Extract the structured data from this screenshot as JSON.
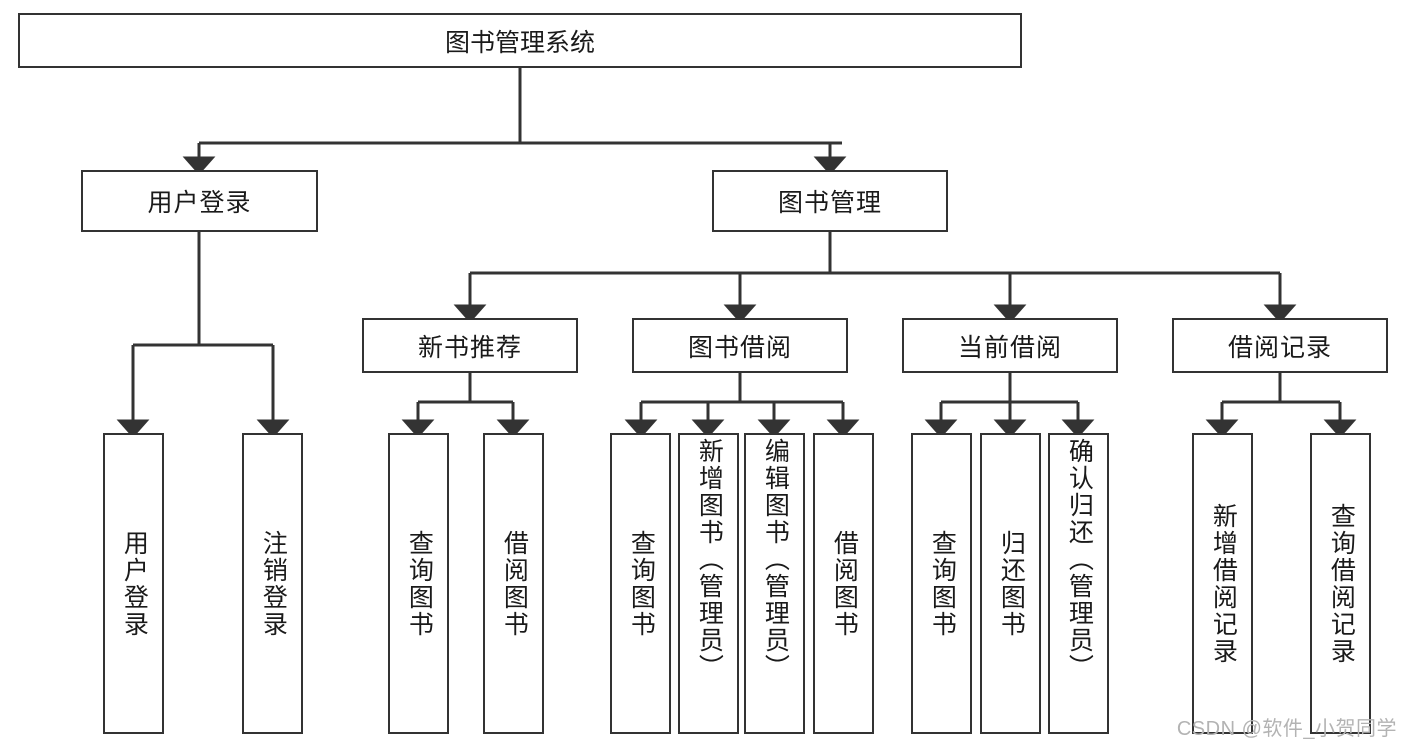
{
  "diagram": {
    "title": "图书管理系统",
    "type": "tree-hierarchy-chart",
    "root": {
      "label": "图书管理系统"
    },
    "level2": [
      {
        "label": "用户登录"
      },
      {
        "label": "图书管理"
      }
    ],
    "level3": [
      {
        "label": "新书推荐"
      },
      {
        "label": "图书借阅"
      },
      {
        "label": "当前借阅"
      },
      {
        "label": "借阅记录"
      }
    ],
    "leaves": {
      "user_login": [
        {
          "label": "用户登录"
        },
        {
          "label": "注销登录"
        }
      ],
      "new_book_recommend": [
        {
          "label": "查询图书"
        },
        {
          "label": "借阅图书"
        }
      ],
      "book_borrow": [
        {
          "label": "查询图书"
        },
        {
          "label": "新增图书（管理员）"
        },
        {
          "label": "编辑图书（管理员）"
        },
        {
          "label": "借阅图书"
        }
      ],
      "current_borrow": [
        {
          "label": "查询图书"
        },
        {
          "label": "归还图书"
        },
        {
          "label": "确认归还（管理员）"
        }
      ],
      "borrow_record": [
        {
          "label": "新增借阅记录"
        },
        {
          "label": "查询借阅记录"
        }
      ]
    }
  },
  "watermark": {
    "text": "CSDN @软件_小贺同学"
  },
  "colors": {
    "stroke": "#333333",
    "background": "#ffffff",
    "text": "#1a1a1a",
    "watermark": "#b3b3b3"
  }
}
